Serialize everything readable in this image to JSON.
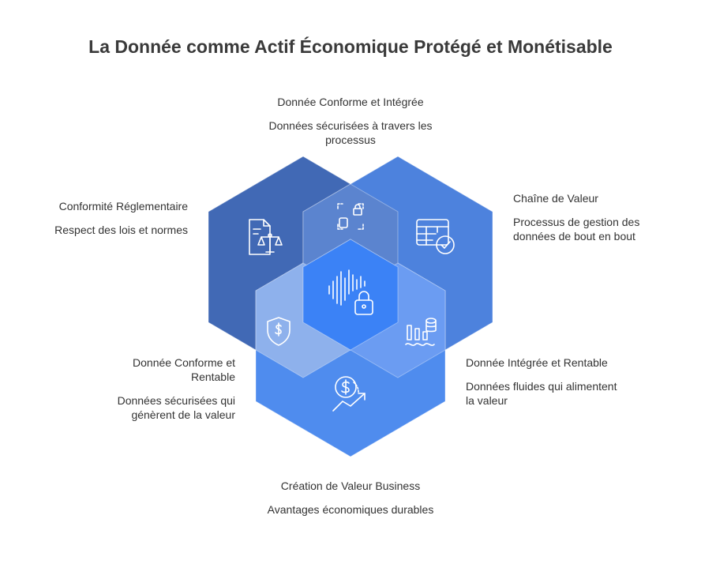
{
  "title": "La Donnée comme Actif Économique Protégé et Monétisable",
  "colors": {
    "hex_left": "#4169b5",
    "hex_right": "#4d82dd",
    "hex_bottom": "#4f8cee",
    "overlap_top": "#5b84cf",
    "overlap_left": "#8eb1ec",
    "overlap_right": "#6b9cf2",
    "overlap_center": "#3b82f6",
    "icon_stroke": "#ffffff"
  },
  "nodes": {
    "top": {
      "heading": "Donnée Conforme et Intégrée",
      "desc": "Données sécurisées à travers les processus",
      "icon": "data-lock-icon"
    },
    "left": {
      "heading": "Conformité Réglementaire",
      "desc": "Respect des lois et normes",
      "icon": "legal-document-scale-icon"
    },
    "right": {
      "heading": "Chaîne de Valeur",
      "desc": "Processus de gestion des données de bout en bout",
      "icon": "table-check-icon"
    },
    "bottom_left": {
      "heading": "Donnée Conforme et Rentable",
      "desc": "Données sécurisées qui génèrent de la valeur",
      "icon": "shield-dollar-icon"
    },
    "bottom_right": {
      "heading": "Donnée Intégrée et Rentable",
      "desc": "Données fluides qui alimentent la valeur",
      "icon": "chart-database-icon"
    },
    "bottom": {
      "heading": "Création de Valeur Business",
      "desc": "Avantages économiques durables",
      "icon": "dollar-growth-icon"
    },
    "center": {
      "icon": "signal-lock-icon"
    }
  }
}
